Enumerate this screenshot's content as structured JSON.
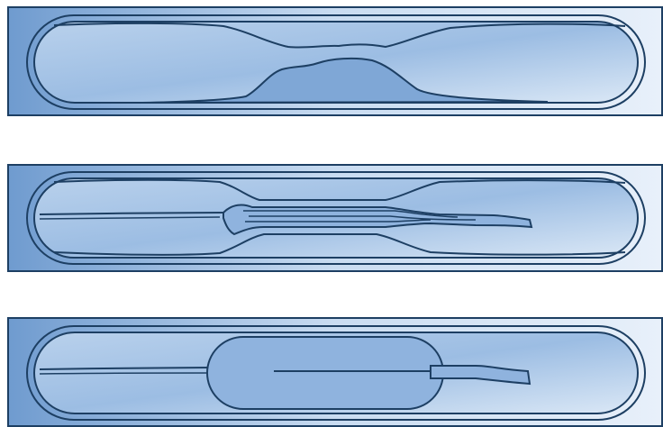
{
  "figure": {
    "panels": [
      {
        "stage": "stenosis",
        "label": ""
      },
      {
        "stage": "wire-and-deflated-balloon",
        "label": ""
      },
      {
        "stage": "inflated-balloon",
        "label": ""
      }
    ]
  },
  "colors": {
    "background": "#ffffff",
    "outline": "#1d3f63",
    "tissue_light": "#e7f0fa",
    "tissue_mid": "#a9c6e6",
    "tissue_dark": "#6f9bcf",
    "lumen_light": "#d7e5f5",
    "plaque": "#7fa7d6",
    "balloon": "#8fb3de"
  }
}
